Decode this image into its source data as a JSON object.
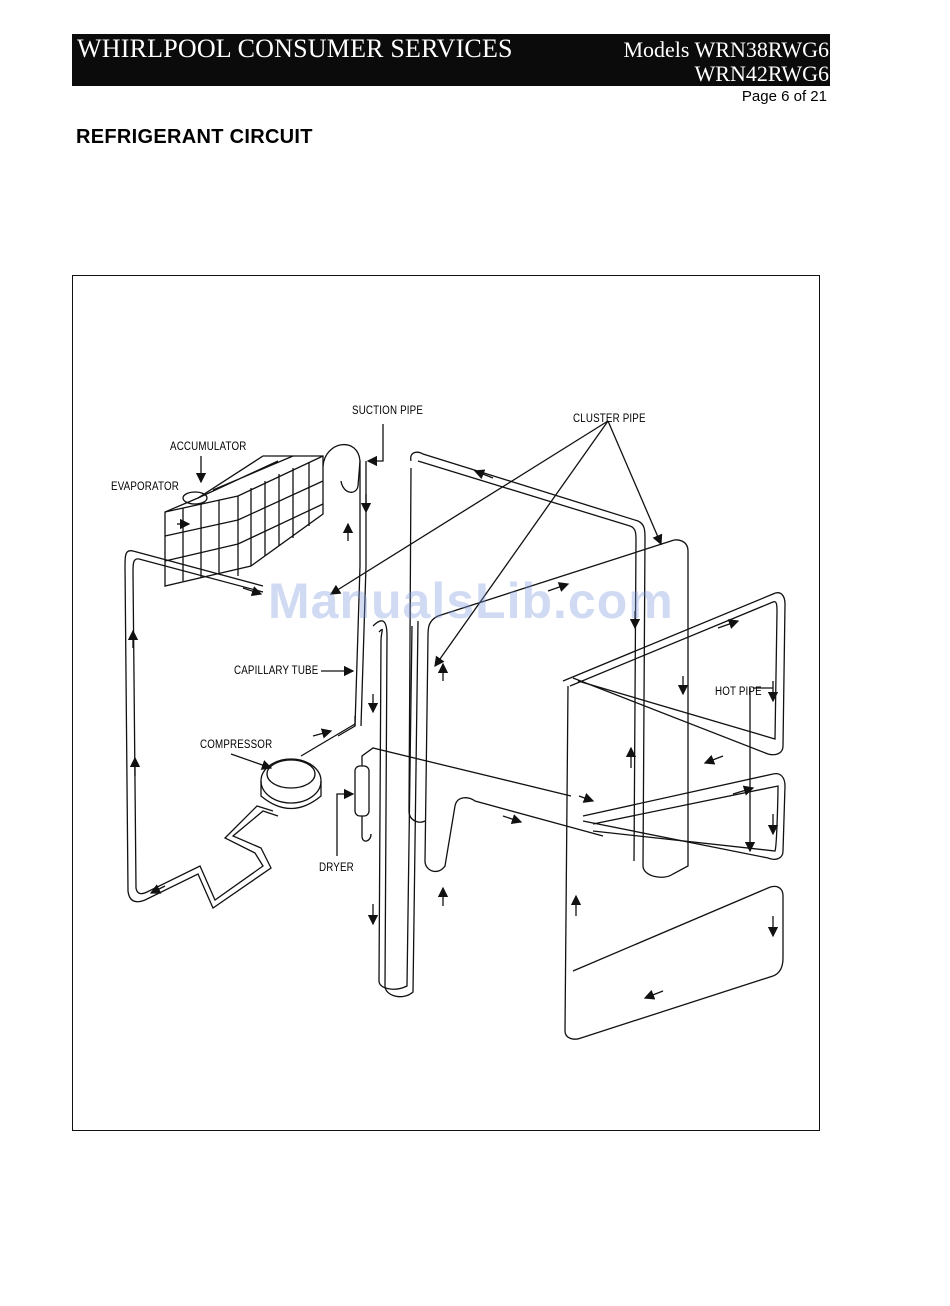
{
  "header": {
    "company": "WHIRLPOOL CONSUMER SERVICES",
    "models_line1": "Models WRN38RWG6",
    "models_line2": "WRN42RWG6",
    "page": "Page 6 of 21"
  },
  "section_title": "REFRIGERANT CIRCUIT",
  "labels": {
    "suction_pipe": "SUCTION PIPE",
    "cluster_pipe": "CLUSTER PIPE",
    "accumulator": "ACCUMULATOR",
    "evaporator": "EVAPORATOR",
    "capillary_tube": "CAPILLARY TUBE",
    "compressor": "COMPRESSOR",
    "dryer": "DRYER",
    "hot_pipe": "HOT PIPE"
  },
  "watermark": "ManualsLib.com"
}
